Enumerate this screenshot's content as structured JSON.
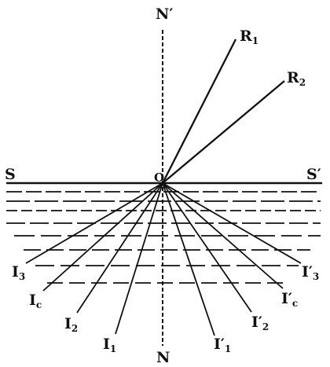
{
  "diagram": {
    "labels": {
      "normal_top": "N′",
      "normal_bottom": "N",
      "surface_left": "S",
      "surface_right": "S′",
      "origin": "O",
      "R1": {
        "base": "R",
        "sub": "1"
      },
      "R2": {
        "base": "R",
        "sub": "2"
      },
      "I3": {
        "base": "I",
        "sub": "3"
      },
      "Ic": {
        "base": "I",
        "sub": "c"
      },
      "I2": {
        "base": "I",
        "sub": "2"
      },
      "I1": {
        "base": "I",
        "sub": "1"
      },
      "I1p": {
        "base": "I′",
        "sub": "1"
      },
      "I2p": {
        "base": "I′",
        "sub": "2"
      },
      "Icp": {
        "base": "I′",
        "sub": "c"
      },
      "I3p": {
        "base": "I′",
        "sub": "3"
      }
    },
    "colors": {
      "ink": "#111111",
      "background": "#ffffff"
    }
  }
}
